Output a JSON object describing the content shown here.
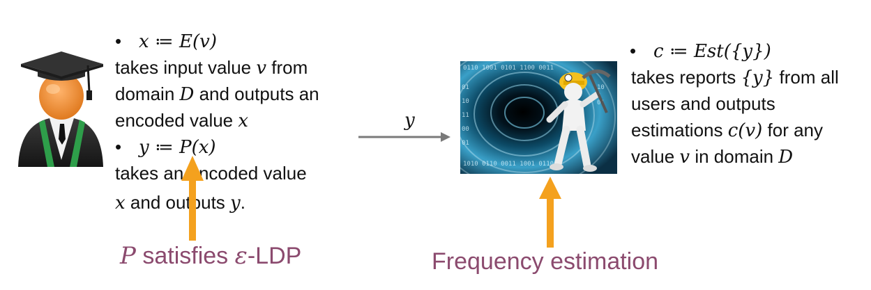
{
  "left_block": {
    "encode_formula": "x ≔ E(v)",
    "encode_desc_1": "takes input value ",
    "encode_var_v": "v",
    "encode_desc_1b": " from",
    "encode_desc_2": "domain ",
    "encode_var_D": "D",
    "encode_desc_2b": " and outputs an",
    "encode_desc_3": "encoded value ",
    "encode_var_x": "x",
    "perturb_formula": "y ≔ P(x)",
    "perturb_desc_1": "takes an encoded value",
    "perturb_var_x": "x",
    "perturb_desc_2": " and outputs ",
    "perturb_var_y": "y",
    "perturb_desc_2b": "."
  },
  "arrow": {
    "label": "y"
  },
  "right_block": {
    "estimate_formula": "c ≔ Est({y})",
    "desc_1": "takes reports ",
    "desc_1_var": "{y}",
    "desc_1b": " from all",
    "desc_2": "users and outputs",
    "desc_3": "estimations ",
    "desc_3_var": "c(v)",
    "desc_3b": " for any",
    "desc_4": "value ",
    "desc_4_var_v": "v",
    "desc_4b": " in domain ",
    "desc_4_var_D": "D"
  },
  "callouts": {
    "ldp_var": "P",
    "ldp_text_1": " satisfies ",
    "ldp_eps": "ε",
    "ldp_text_2": "-LDP",
    "frequency": "Frequency estimation"
  },
  "colors": {
    "accent_text": "#8b4a6e",
    "orange_arrow": "#f4a11e",
    "gray_arrow": "#7a7a7a"
  },
  "icons": {
    "user": "graduate-user-icon",
    "server": "data-tunnel-miner-image"
  }
}
